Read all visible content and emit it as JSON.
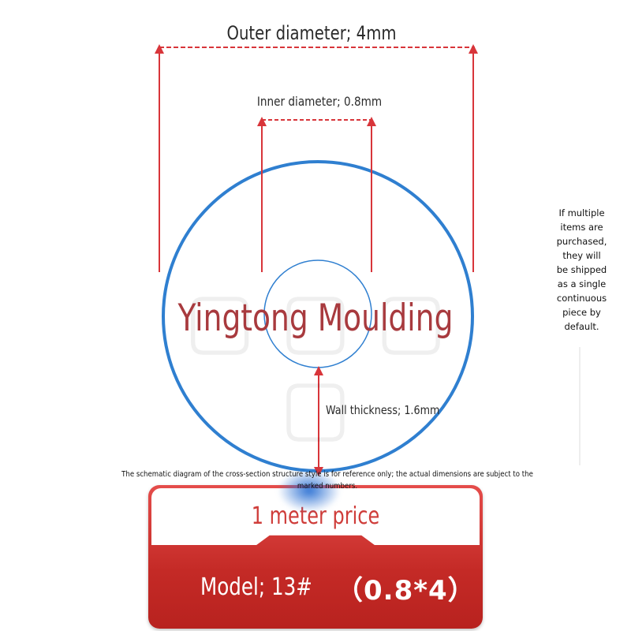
{
  "diagram": {
    "outer_label": "Outer diameter; 4mm",
    "inner_label": "Inner diameter; 0.8mm",
    "wall_label": "Wall thickness; 1.6mm",
    "brand": "Yingtong Moulding",
    "side_note_lines": [
      "If multiple",
      "items are",
      "purchased,",
      "they will",
      "be shipped",
      "as a single",
      "continuous",
      "piece by",
      "default."
    ],
    "disclaimer_lines": [
      "The schematic diagram of the cross-section structure style is for reference only; the actual dimensions are subject to the",
      "marked numbers."
    ]
  },
  "price_card": {
    "price_label": "1 meter price",
    "model_label": "Model; 13#",
    "model_spec": "（0.8*4）"
  },
  "colors": {
    "ring": "#2f7fd0",
    "arrow": "#d8353a",
    "brand": "#a83a3e",
    "card_red": "#c42a26"
  }
}
